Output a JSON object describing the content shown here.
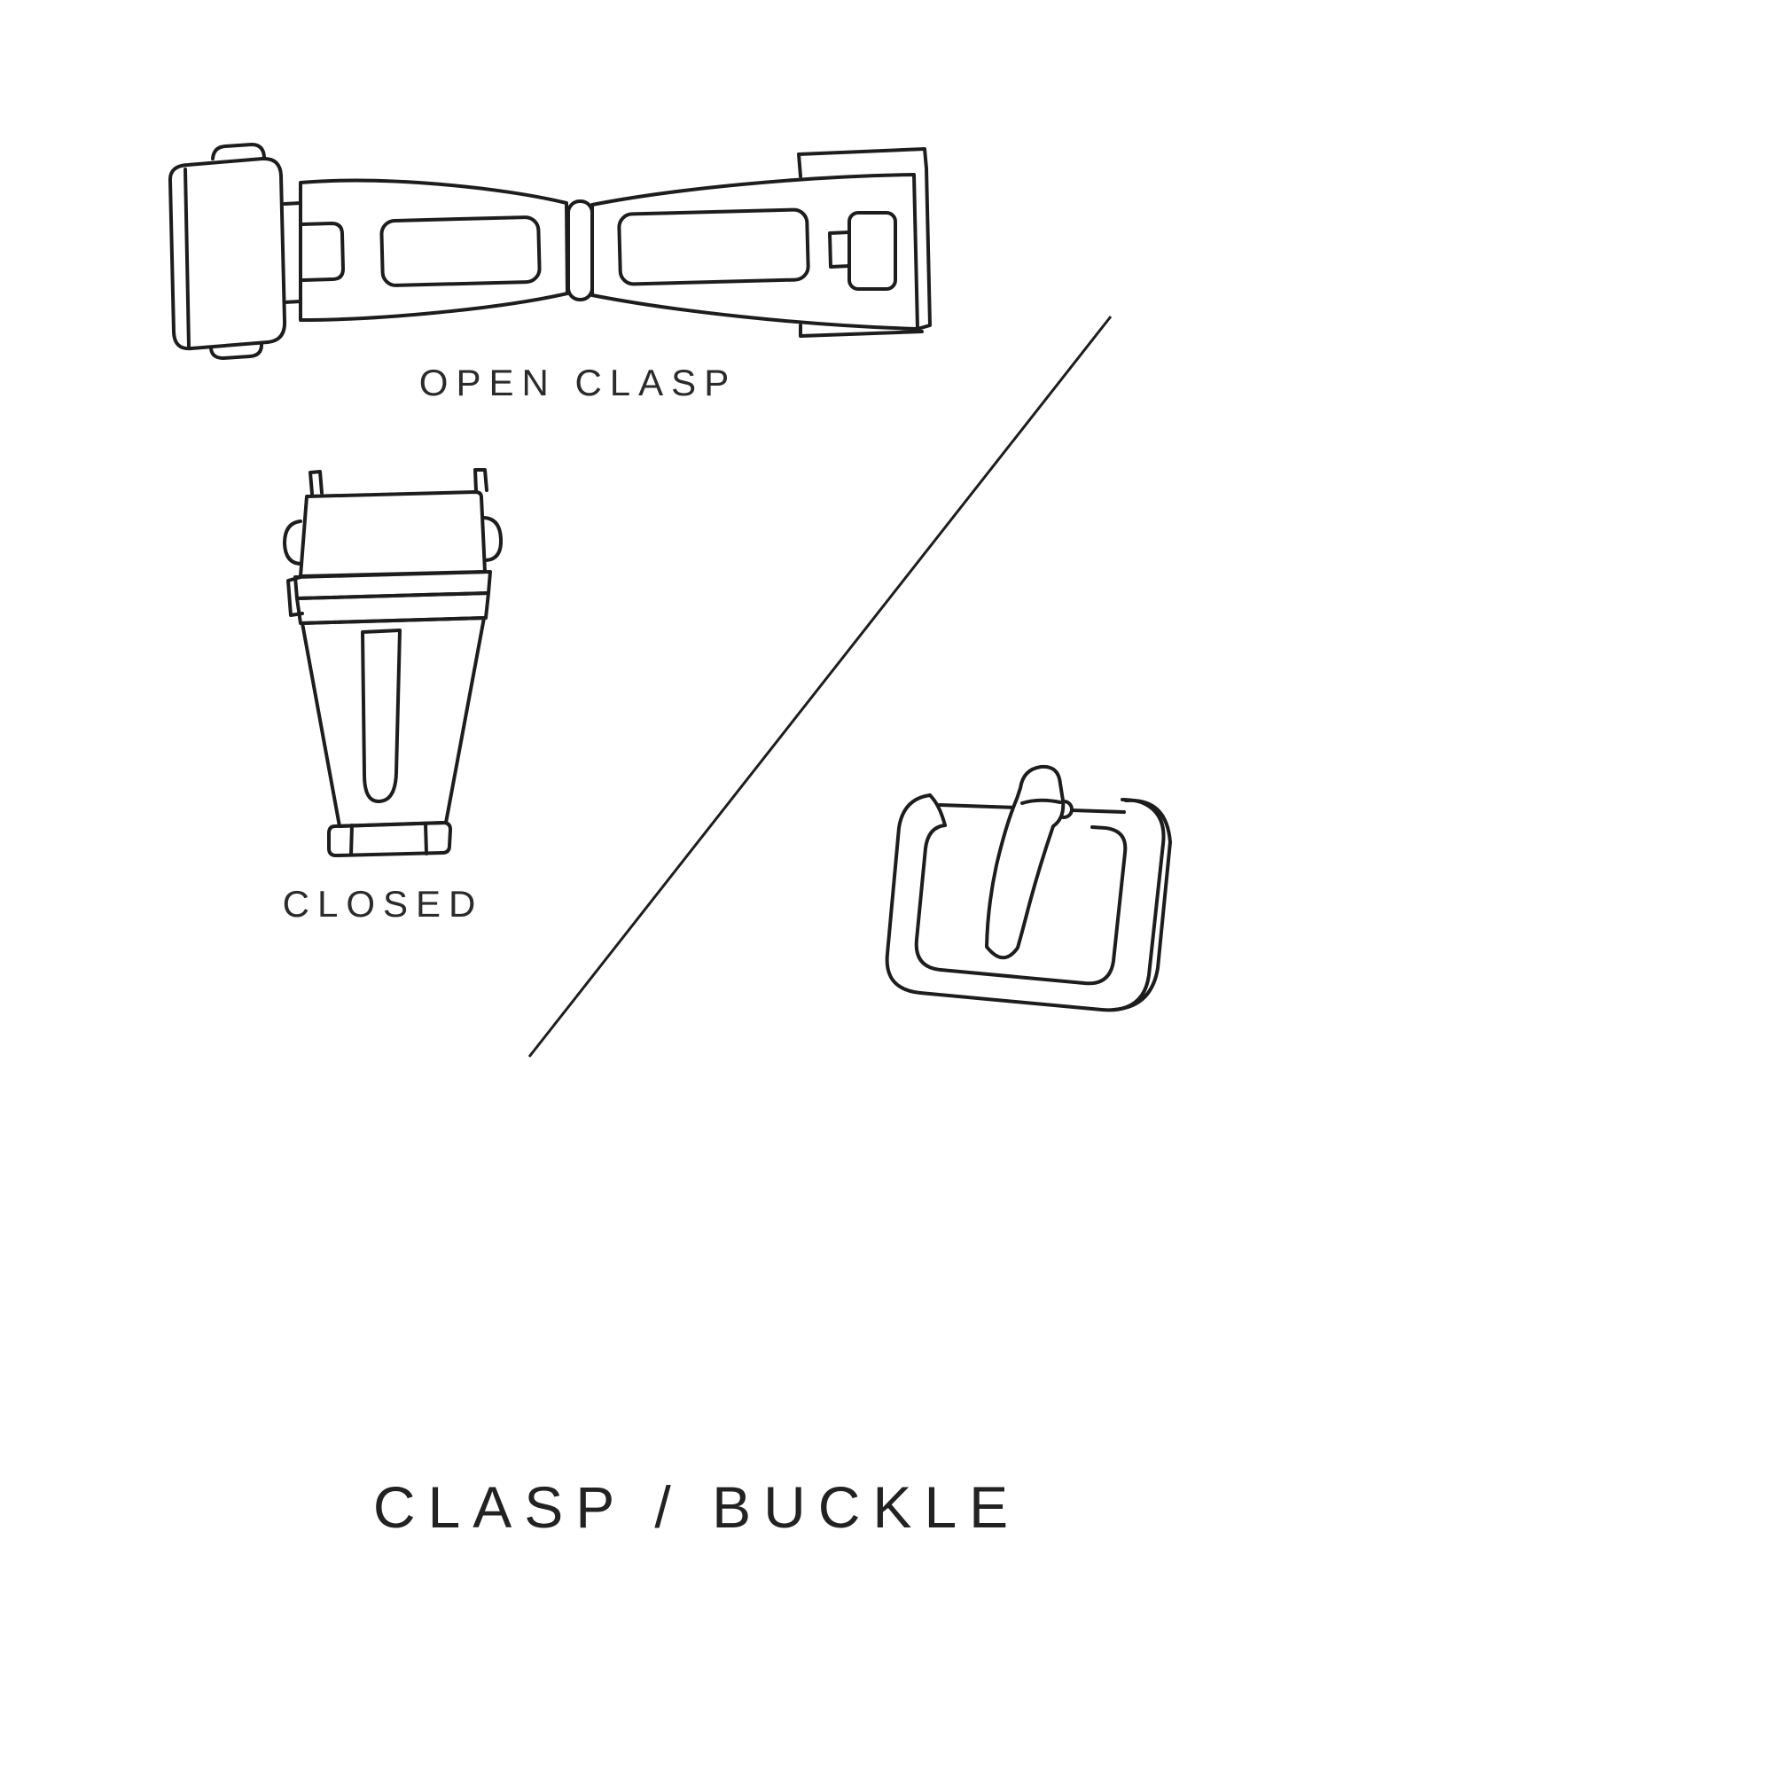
{
  "diagram": {
    "title": "CLASP / BUCKLE",
    "illustrations": [
      {
        "id": "open-clasp",
        "label": "OPEN CLASP"
      },
      {
        "id": "closed-clasp",
        "label": "CLOSED"
      },
      {
        "id": "tang-buckle",
        "label": ""
      }
    ],
    "colors": {
      "background": "#ffffff",
      "stroke": "#1d1d1d",
      "text": "#2b2b2b"
    }
  }
}
